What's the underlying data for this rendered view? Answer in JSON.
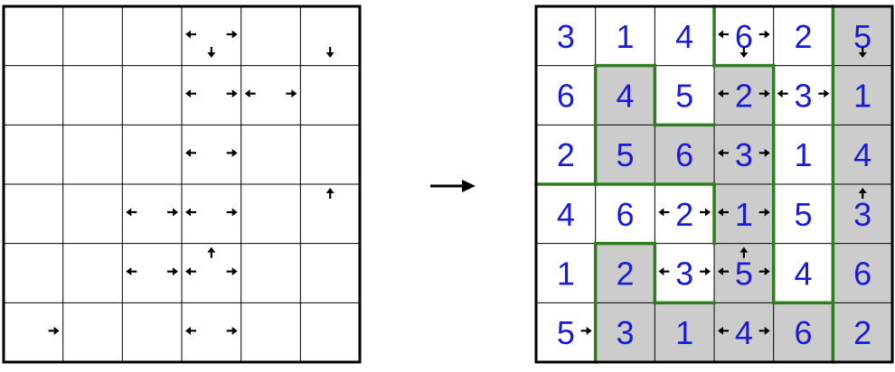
{
  "size": 6,
  "colors": {
    "grid_line": "#000000",
    "region_border": "#2e7d1e",
    "shaded_cell": "#cccccc",
    "digit": "#1a1adb",
    "arrow": "#000000"
  },
  "transition_arrow_icon": "right-arrow-icon",
  "puzzle": {
    "arrow_cells": [
      {
        "r": 0,
        "c": 3,
        "arrows": [
          "left",
          "right",
          "down"
        ]
      },
      {
        "r": 0,
        "c": 5,
        "arrows": [
          "down"
        ]
      },
      {
        "r": 1,
        "c": 3,
        "arrows": [
          "left",
          "right"
        ]
      },
      {
        "r": 1,
        "c": 4,
        "arrows": [
          "left",
          "right"
        ]
      },
      {
        "r": 2,
        "c": 3,
        "arrows": [
          "left",
          "right"
        ]
      },
      {
        "r": 3,
        "c": 2,
        "arrows": [
          "left",
          "right"
        ]
      },
      {
        "r": 3,
        "c": 3,
        "arrows": [
          "left",
          "right"
        ]
      },
      {
        "r": 3,
        "c": 5,
        "arrows": [
          "up"
        ]
      },
      {
        "r": 4,
        "c": 2,
        "arrows": [
          "left",
          "right"
        ]
      },
      {
        "r": 4,
        "c": 3,
        "arrows": [
          "left",
          "right",
          "up"
        ]
      },
      {
        "r": 5,
        "c": 0,
        "arrows": [
          "right"
        ]
      },
      {
        "r": 5,
        "c": 3,
        "arrows": [
          "left",
          "right"
        ]
      }
    ]
  },
  "solution": {
    "digits": [
      [
        "3",
        "1",
        "4",
        "6",
        "2",
        "5"
      ],
      [
        "6",
        "4",
        "5",
        "2",
        "3",
        "1"
      ],
      [
        "2",
        "5",
        "6",
        "3",
        "1",
        "4"
      ],
      [
        "4",
        "6",
        "2",
        "1",
        "5",
        "3"
      ],
      [
        "1",
        "2",
        "3",
        "5",
        "4",
        "6"
      ],
      [
        "5",
        "3",
        "1",
        "4",
        "6",
        "2"
      ]
    ],
    "shaded": [
      [
        0,
        0,
        0,
        0,
        0,
        1
      ],
      [
        0,
        1,
        0,
        1,
        0,
        1
      ],
      [
        0,
        1,
        1,
        1,
        0,
        1
      ],
      [
        0,
        0,
        0,
        1,
        0,
        1
      ],
      [
        0,
        1,
        0,
        1,
        0,
        1
      ],
      [
        0,
        1,
        1,
        1,
        1,
        1
      ]
    ],
    "region_borders": [
      {
        "type": "v",
        "line": 3,
        "from": 0,
        "to": 1
      },
      {
        "type": "v",
        "line": 5,
        "from": 0,
        "to": 6
      },
      {
        "type": "h",
        "line": 1,
        "from": 1,
        "to": 2
      },
      {
        "type": "h",
        "line": 1,
        "from": 3,
        "to": 4
      },
      {
        "type": "v",
        "line": 1,
        "from": 1,
        "to": 3
      },
      {
        "type": "v",
        "line": 2,
        "from": 1,
        "to": 2
      },
      {
        "type": "h",
        "line": 2,
        "from": 2,
        "to": 3
      },
      {
        "type": "v",
        "line": 4,
        "from": 1,
        "to": 5
      },
      {
        "type": "h",
        "line": 3,
        "from": 0,
        "to": 3
      },
      {
        "type": "v",
        "line": 3,
        "from": 3,
        "to": 4
      },
      {
        "type": "h",
        "line": 4,
        "from": 1,
        "to": 2
      },
      {
        "type": "v",
        "line": 1,
        "from": 4,
        "to": 6
      },
      {
        "type": "v",
        "line": 2,
        "from": 4,
        "to": 5
      },
      {
        "type": "h",
        "line": 5,
        "from": 2,
        "to": 3
      },
      {
        "type": "h",
        "line": 5,
        "from": 4,
        "to": 5
      },
      {
        "type": "v",
        "line": 5,
        "from": 4,
        "to": 5
      }
    ],
    "arrow_cells": [
      {
        "r": 0,
        "c": 3,
        "arrows": [
          "left",
          "right",
          "down"
        ]
      },
      {
        "r": 0,
        "c": 5,
        "arrows": [
          "down"
        ]
      },
      {
        "r": 1,
        "c": 3,
        "arrows": [
          "left",
          "right"
        ]
      },
      {
        "r": 1,
        "c": 4,
        "arrows": [
          "left",
          "right"
        ]
      },
      {
        "r": 2,
        "c": 3,
        "arrows": [
          "left",
          "right"
        ]
      },
      {
        "r": 3,
        "c": 2,
        "arrows": [
          "left",
          "right"
        ]
      },
      {
        "r": 3,
        "c": 3,
        "arrows": [
          "left",
          "right"
        ]
      },
      {
        "r": 3,
        "c": 5,
        "arrows": [
          "up"
        ]
      },
      {
        "r": 4,
        "c": 2,
        "arrows": [
          "left",
          "right"
        ]
      },
      {
        "r": 4,
        "c": 3,
        "arrows": [
          "left",
          "right",
          "up"
        ]
      },
      {
        "r": 5,
        "c": 0,
        "arrows": [
          "right"
        ]
      },
      {
        "r": 5,
        "c": 3,
        "arrows": [
          "left",
          "right"
        ]
      }
    ]
  }
}
